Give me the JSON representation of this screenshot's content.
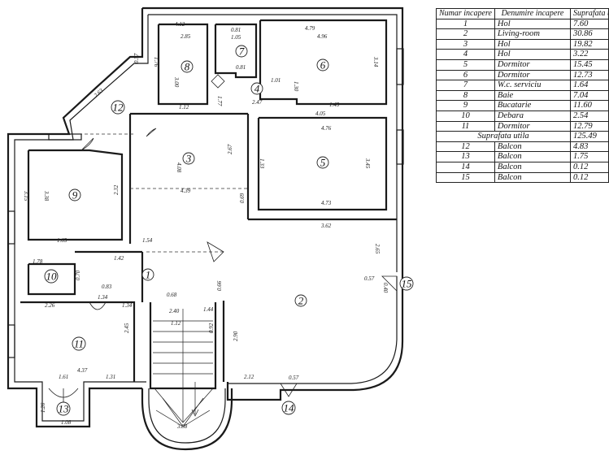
{
  "plan": {
    "room_labels": [
      "1",
      "2",
      "3",
      "4",
      "5",
      "6",
      "7",
      "8",
      "9",
      "10",
      "11",
      "12",
      "13",
      "14",
      "15"
    ],
    "dimensions": {
      "d_412": "4.12",
      "d_285": "2.85",
      "d_081a": "0.81",
      "d_176": "1.76",
      "d_300": "3.00",
      "d_105": "1.05",
      "d_081b": "0.81",
      "d_479": "4.79",
      "d_496": "4.96",
      "d_314": "3.14",
      "d_101": "1.01",
      "d_130": "1.30",
      "d_145": "1.45",
      "d_057": "0.57",
      "d_263": "2.63",
      "d_112": "1.12",
      "d_177": "1.77",
      "d_247": "2.47",
      "d_405": "4.05",
      "d_476": "4.76",
      "d_408": "4.08",
      "d_267": "2.67",
      "d_345": "3.45",
      "d_133": "1.33",
      "d_439": "4.39",
      "d_473": "4.73",
      "d_069": "0.69",
      "d_232": "2.32",
      "d_338": "3.38",
      "d_315": "3.15",
      "d_165": "1.65",
      "d_154": "1.54",
      "d_142": "1.42",
      "d_362": "3.62",
      "d_265": "2.65",
      "d_040": "0.40",
      "d_057b": "0.57",
      "d_070": "0.70",
      "d_178": "1.78",
      "d_226": "2.26",
      "d_134": "1.34",
      "d_245": "2.45",
      "d_437": "4.37",
      "d_161": "1.61",
      "d_131": "1.31",
      "d_240": "2.40",
      "d_112b": "1.12",
      "d_126": "1.26",
      "d_144": "1.44",
      "d_068": "0.68",
      "d_108": "1.08",
      "d_092": "0.92",
      "d_388": "3.88",
      "d_212": "2.12",
      "d_290": "2.90",
      "d_066": "0.66",
      "d_057c": "0.57",
      "d_083": "0.83",
      "d_134b": "1.34"
    }
  },
  "table": {
    "headers": {
      "num": "Numar incapere",
      "name": "Denumire incapere",
      "area": "Suprafata utila (mp)"
    },
    "rooms": [
      {
        "num": "1",
        "name": "Hol",
        "area": "7.60"
      },
      {
        "num": "2",
        "name": "Living-room",
        "area": "30.86"
      },
      {
        "num": "3",
        "name": "Hol",
        "area": "19.82"
      },
      {
        "num": "4",
        "name": "Hol",
        "area": "3.22"
      },
      {
        "num": "5",
        "name": "Dormitor",
        "area": "15.45"
      },
      {
        "num": "6",
        "name": "Dormitor",
        "area": "12.73"
      },
      {
        "num": "7",
        "name": "W.c. serviciu",
        "area": "1.64"
      },
      {
        "num": "8",
        "name": "Baie",
        "area": "7.04"
      },
      {
        "num": "9",
        "name": "Bucatarie",
        "area": "11.60"
      },
      {
        "num": "10",
        "name": "Debara",
        "area": "2.54"
      },
      {
        "num": "11",
        "name": "Dormitor",
        "area": "12.79"
      }
    ],
    "sum_label": "Suprafata utila",
    "sum_value": "125.49",
    "balconies": [
      {
        "num": "12",
        "name": "Balcon",
        "area": "4.83"
      },
      {
        "num": "13",
        "name": "Balcon",
        "area": "1.75"
      },
      {
        "num": "14",
        "name": "Balcon",
        "area": "0.12"
      },
      {
        "num": "15",
        "name": "Balcon",
        "area": "0.12"
      }
    ]
  }
}
